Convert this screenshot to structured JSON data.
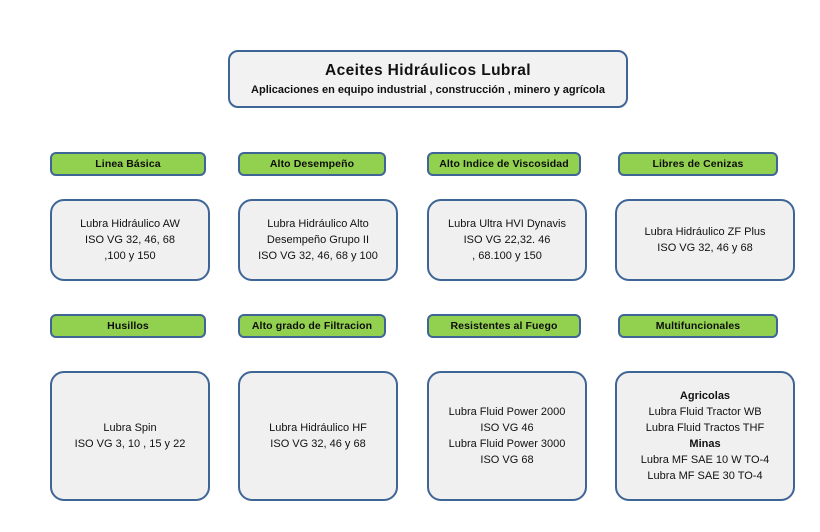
{
  "title_card": {
    "heading": "Aceites  Hidráulicos  Lubral",
    "subheading": "Aplicaciones  en equipo industrial ,  construcción , minero  y agrícola"
  },
  "colors": {
    "header_fill": "#92d14f",
    "border": "#3f6596",
    "box_fill": "#f0f0f0",
    "title_fill": "#f2f2f2",
    "text": "#111111",
    "page_background": "#ffffff"
  },
  "rows": [
    {
      "row_name": "row-1",
      "columns": [
        {
          "category": "Linea  Básica",
          "lines": [
            {
              "text": "Lubra Hidráulico AW",
              "bold": false
            },
            {
              "text": "ISO VG  32, 46, 68",
              "bold": false
            },
            {
              "text": ",100 y 150",
              "bold": false
            }
          ]
        },
        {
          "category": "Alto Desempeño",
          "lines": [
            {
              "text": "Lubra Hidráulico Alto",
              "bold": false
            },
            {
              "text": "Desempeño Grupo II",
              "bold": false
            },
            {
              "text": "ISO VG  32, 46, 68 y 100",
              "bold": false
            }
          ]
        },
        {
          "category": "Alto Indice de Viscosidad",
          "lines": [
            {
              "text": "Lubra Ultra HVI  Dynavis",
              "bold": false
            },
            {
              "text": "ISO VG  22,32. 46",
              "bold": false
            },
            {
              "text": ", 68.100 y 150",
              "bold": false
            }
          ]
        },
        {
          "category": "Libres de Cenizas",
          "lines": [
            {
              "text": "Lubra Hidráulico ZF Plus",
              "bold": false
            },
            {
              "text": "ISO VG  32, 46 y 68",
              "bold": false
            }
          ]
        }
      ]
    },
    {
      "row_name": "row-2",
      "columns": [
        {
          "category": "Husillos",
          "lines": [
            {
              "text": "Lubra Spin",
              "bold": false
            },
            {
              "text": "ISO VG  3,  10 , 15  y 22",
              "bold": false
            }
          ]
        },
        {
          "category": "Alto grado de Filtracion",
          "lines": [
            {
              "text": "Lubra Hidráulico HF",
              "bold": false
            },
            {
              "text": "ISO VG 32, 46  y 68",
              "bold": false
            }
          ]
        },
        {
          "category": "Resistentes al Fuego",
          "lines": [
            {
              "text": "Lubra  Fluid Power  2000",
              "bold": false
            },
            {
              "text": "ISO VG 46",
              "bold": false
            },
            {
              "text": "Lubra Fluid Power 3000",
              "bold": false
            },
            {
              "text": "ISO VG  68",
              "bold": false
            }
          ]
        },
        {
          "category": "Multifuncionales",
          "lines": [
            {
              "text": "Agricolas",
              "bold": true
            },
            {
              "text": "Lubra Fluid Tractor WB",
              "bold": false
            },
            {
              "text": "Lubra Fluid Tractos THF",
              "bold": false
            },
            {
              "text": "Minas",
              "bold": true
            },
            {
              "text": "Lubra MF  SAE 10 W TO-4",
              "bold": false
            },
            {
              "text": "Lubra MF SAE 30 TO-4",
              "bold": false
            }
          ]
        }
      ]
    }
  ]
}
